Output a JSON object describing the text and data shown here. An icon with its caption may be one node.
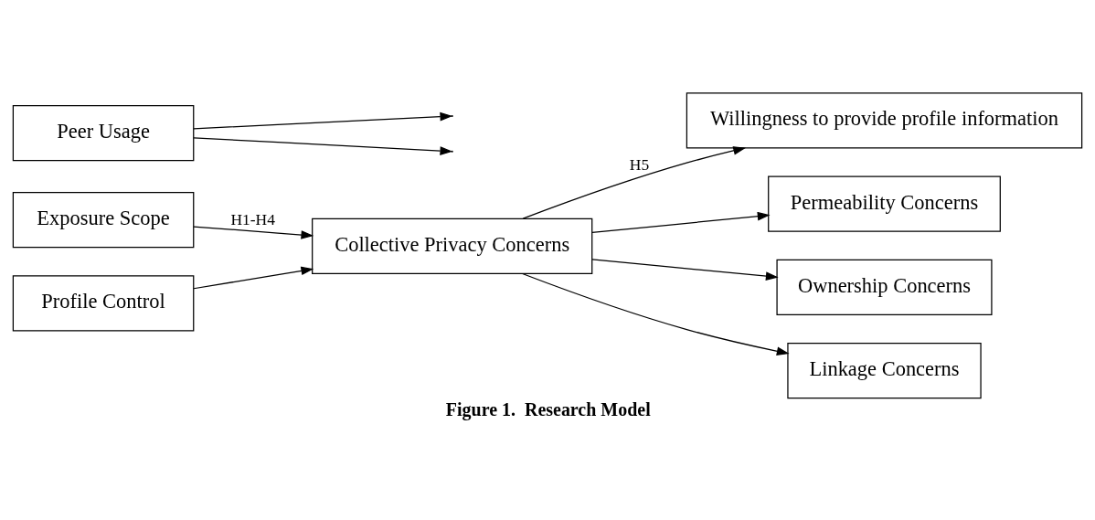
{
  "diagram": {
    "caption": "Figure 1.  Research Model",
    "nodes": [
      {
        "text": [
          "Exposure Scope"
        ]
      },
      {
        "text": [
          "Peer Usage"
        ]
      },
      {
        "text": [
          "Profile Control"
        ]
      },
      {
        "text": [
          "Collective Privacy Concerns"
        ]
      },
      {
        "text": [
          "Willingness to provide profile information"
        ]
      },
      {
        "text": [
          "Permeability Concerns"
        ]
      },
      {
        "text": [
          "Ownership Concerns"
        ]
      },
      {
        "text": [
          "Linkage Concerns"
        ]
      }
    ],
    "edges": [
      {
        "from": 0,
        "to": 3,
        "arrow": "to",
        "label": "H1-H4"
      },
      {
        "from": 1,
        "to": null,
        "arrow": "to"
      },
      {
        "from": 1,
        "to": null,
        "arrow": "to"
      },
      {
        "from": 2,
        "to": 3,
        "arrow": "to"
      },
      {
        "from": 3,
        "to": 4,
        "arrow": "to",
        "label": "H5"
      },
      {
        "from": 3,
        "to": 5,
        "arrow": "to"
      },
      {
        "from": 3,
        "to": 6,
        "arrow": "to"
      },
      {
        "from": 3,
        "to": 7,
        "arrow": "to"
      }
    ]
  }
}
